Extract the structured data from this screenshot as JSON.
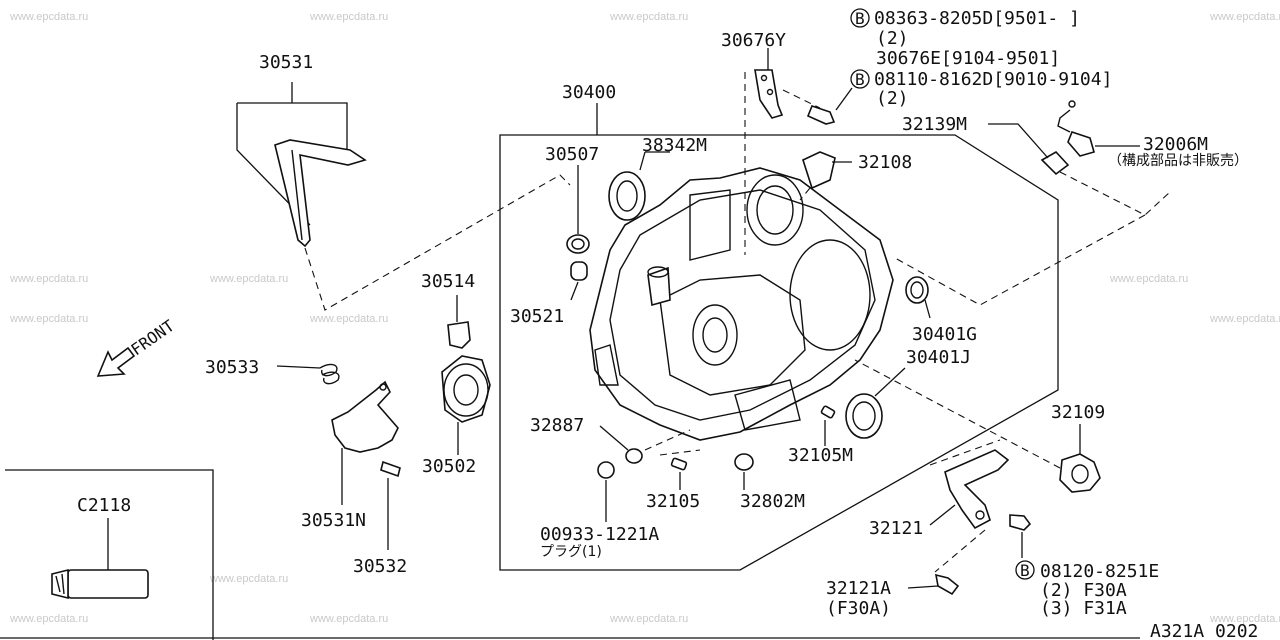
{
  "watermark": "www.epcdata.ru",
  "diagram_code": "A321A 0202",
  "front_label": "FRONT",
  "bolt_marker": "B",
  "parts": {
    "p30531": "30531",
    "p30400": "30400",
    "p30676Y": "30676Y",
    "p30507": "30507",
    "p38342M": "38342M",
    "p32108": "32108",
    "p32139M": "32139M",
    "p32006M": "32006M",
    "p32006M_note": "（構成部品は非販売）",
    "p30514": "30514",
    "p30521": "30521",
    "p30401G": "30401G",
    "p30401J": "30401J",
    "p30533": "30533",
    "p32887": "32887",
    "p32105M": "32105M",
    "p32109": "32109",
    "p30502": "30502",
    "p30531N": "30531N",
    "p30532": "30532",
    "p32105": "32105",
    "p32802M": "32802M",
    "p32121": "32121",
    "p00933": "00933-1221A",
    "p00933_note": "プラグ(1)",
    "p32121A": "32121A",
    "p32121A_note": "(F30A)",
    "pC2118": "C2118"
  },
  "bolts": {
    "b1_code": "08363-8205D[9501-     ]",
    "b1_qty": "(2)",
    "b1_alt": "30676E[9104-9501]",
    "b2_code": "08110-8162D[9010-9104]",
    "b2_qty": "(2)",
    "b3_code": "08120-8251E",
    "b3_qty1": "(2) F30A",
    "b3_qty2": "(3) F31A"
  }
}
